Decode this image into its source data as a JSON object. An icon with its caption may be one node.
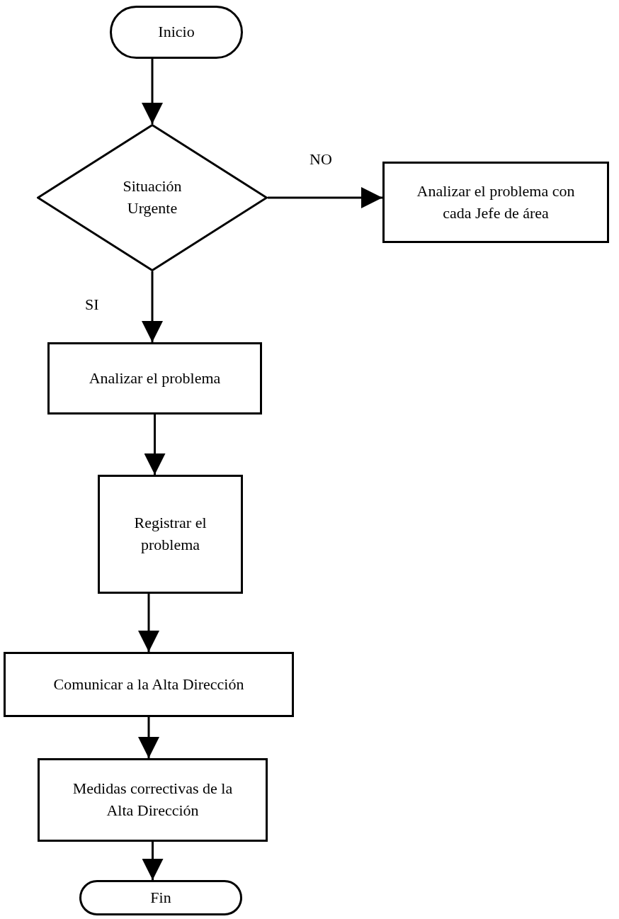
{
  "diagram": {
    "nodes": [
      {
        "text": [
          "Inicio"
        ]
      },
      {
        "text": [
          "Situación Urgente"
        ]
      },
      {
        "text": [
          "Analizar el problema con cada Jefe de área"
        ]
      },
      {
        "text": [
          "Analizar el problema"
        ]
      },
      {
        "text": [
          "Registrar el problema"
        ]
      },
      {
        "text": [
          "Comunicar a la Alta Dirección"
        ]
      },
      {
        "text": [
          "Medidas correctivas de la Alta Dirección"
        ]
      },
      {
        "text": [
          "Fin"
        ]
      }
    ],
    "edges": [
      {
        "from": 0,
        "to": 1,
        "arrow": "to"
      },
      {
        "from": 1,
        "to": 2,
        "arrow": "to",
        "label": "NO"
      },
      {
        "from": 1,
        "to": 3,
        "arrow": "to",
        "label": "SI"
      },
      {
        "from": 3,
        "to": 4,
        "arrow": "to"
      },
      {
        "from": 4,
        "to": 5,
        "arrow": "to"
      },
      {
        "from": 5,
        "to": 6,
        "arrow": "to"
      },
      {
        "from": 6,
        "to": 7,
        "arrow": "to"
      }
    ]
  }
}
